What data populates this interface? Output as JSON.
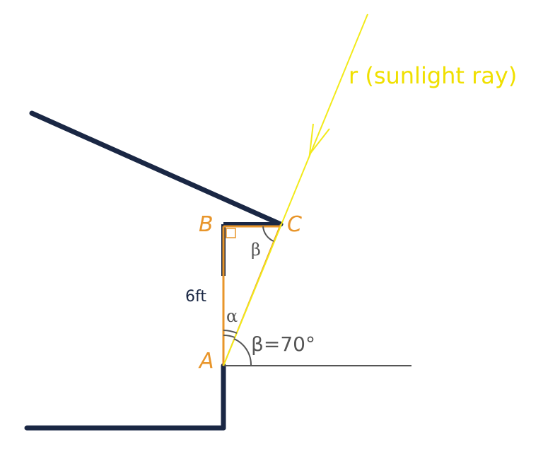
{
  "ray_label": "r (sunlight ray)",
  "points": {
    "a": "A",
    "b": "B",
    "c": "C"
  },
  "length_label": "6ft",
  "angle_alpha": "α",
  "angle_beta_inner": "β",
  "angle_beta_value": "β=70°",
  "colors": {
    "structure": "#1a2744",
    "triangle": "#e8952a",
    "ray": "#f2ea1a",
    "ray_text": "#f0e000",
    "angle_gray": "#555555"
  }
}
